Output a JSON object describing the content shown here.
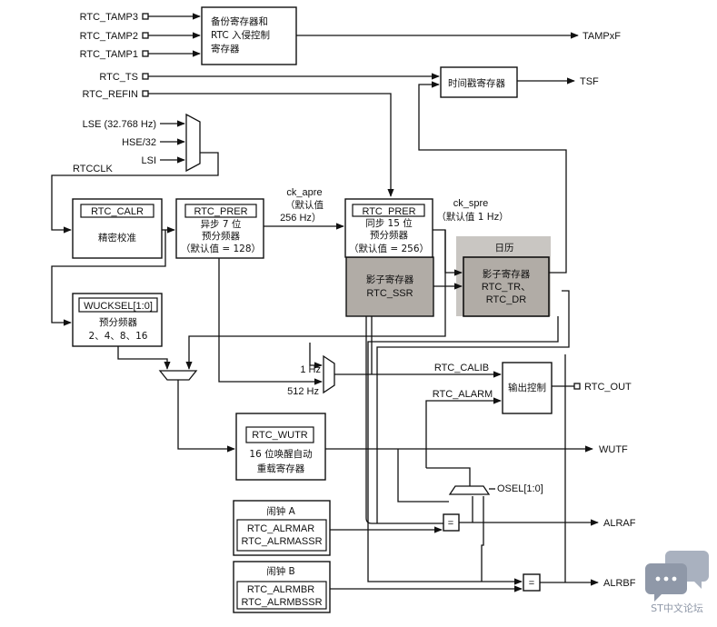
{
  "inputs": {
    "tamp3": "RTC_TAMP3",
    "tamp2": "RTC_TAMP2",
    "tamp1": "RTC_TAMP1",
    "ts": "RTC_TS",
    "refin": "RTC_REFIN",
    "lse": "LSE (32.768 Hz)",
    "hse": "HSE/32",
    "lsi": "LSI",
    "rtcclk": "RTCCLK"
  },
  "blocks": {
    "backup": {
      "line1": "备份寄存器和",
      "line2": "RTC 入侵控制",
      "line3": "寄存器"
    },
    "timestamp": {
      "label": "时间戳寄存器"
    },
    "calr": {
      "reg": "RTC_CALR",
      "desc": "精密校准"
    },
    "async": {
      "reg": "RTC_PRER",
      "line1": "异步 7 位",
      "line2": "预分频器",
      "line3": "（默认值 = 128）"
    },
    "sync": {
      "reg": "RTC_PRER",
      "line1": "同步 15 位",
      "line2": "预分频器",
      "line3": "（默认值 = 256）"
    },
    "wucksel": {
      "reg": "WUCKSEL[1:0]",
      "line1": "预分频器",
      "line2": "2、4、8、16"
    },
    "shadow_ssr": {
      "line1": "影子寄存器",
      "line2": "RTC_SSR"
    },
    "calendar": {
      "title": "日历",
      "line1": "影子寄存器",
      "line2": "RTC_TR、",
      "line3": "RTC_DR"
    },
    "output_ctrl": {
      "label": "输出控制"
    },
    "wutr": {
      "reg": "RTC_WUTR",
      "line1": "16 位唤醒自动",
      "line2": "重载寄存器"
    },
    "alarm_a": {
      "title": "闹钟 A",
      "reg1": "RTC_ALRMAR",
      "reg2": "RTC_ALRMASSR"
    },
    "alarm_b": {
      "title": "闹钟 B",
      "reg1": "RTC_ALRMBR",
      "reg2": "RTC_ALRMBSSR"
    }
  },
  "signals": {
    "ck_apre": "ck_apre",
    "ck_apre_default1": "（默认值",
    "ck_apre_default2": "256 Hz）",
    "ck_spre": "ck_spre",
    "ck_spre_default": "（默认值 1 Hz）",
    "hz1": "1 Hz",
    "hz512": "512 Hz",
    "calib": "RTC_CALIB",
    "alarm": "RTC_ALARM",
    "osel": "OSEL[1:0]",
    "eq": "="
  },
  "outputs": {
    "tampxf": "TAMPxF",
    "tsf": "TSF",
    "rtc_out": "RTC_OUT",
    "wutf": "WUTF",
    "alraf": "ALRAF",
    "alrbf": "ALRBF"
  },
  "watermark": {
    "text": "ST中文论坛"
  },
  "colors": {
    "shadow_fill": "#b1aca6",
    "calendar_band": "#c9c6c2",
    "watermark": "#8f98a8"
  }
}
